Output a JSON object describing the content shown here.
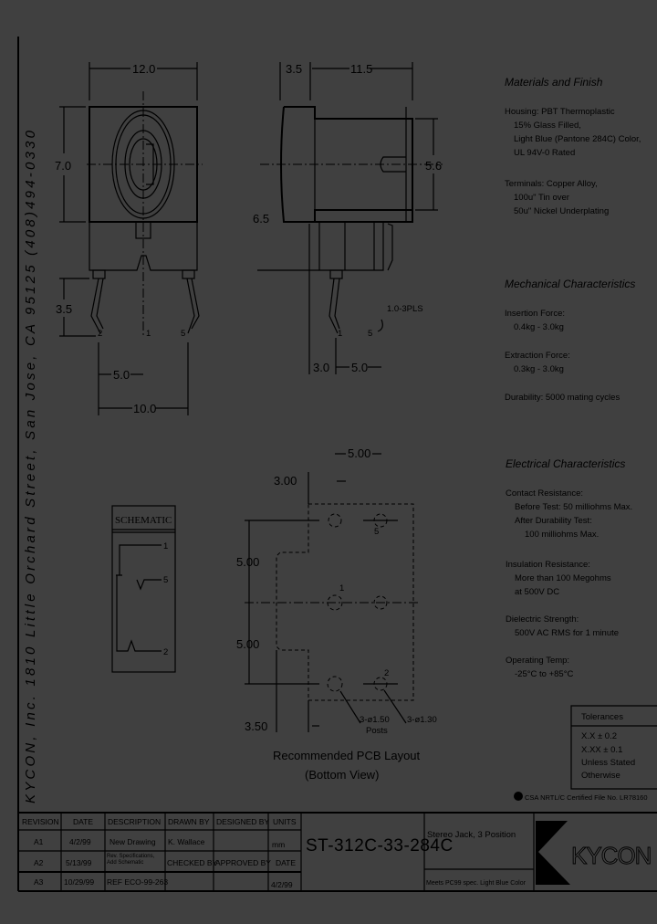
{
  "address": "KYCON, Inc. 1810 Little Orchard Street, San Jose, CA 95125 (408)494-0330",
  "front_view": {
    "width": "12.0",
    "height": "7.0",
    "pin_length": "3.5",
    "pitch": "5.0",
    "span": "10.0",
    "pins": [
      "2",
      "1",
      "5"
    ]
  },
  "side_view": {
    "front": "3.5",
    "length": "11.5",
    "inner": "5.6",
    "height": "6.5",
    "offset": "3.0",
    "pitch": "5.0",
    "pin_note": "1.0-3PLS",
    "pins": [
      "1",
      "5"
    ]
  },
  "schematic": {
    "title": "SCHEMATIC",
    "pins": [
      "1",
      "5",
      "2"
    ]
  },
  "pcb": {
    "top_dim": "5.00",
    "left_dim": "3.00",
    "upper_dim": "5.00",
    "lower_dim": "5.00",
    "bottom_dim": "3.50",
    "posts": "3-ø1.50",
    "posts_label": "Posts",
    "holes": "3-ø1.30",
    "pin_labels": [
      "5",
      "1",
      "2"
    ],
    "caption1": "Recommended PCB Layout",
    "caption2": "(Bottom View)"
  },
  "specs": {
    "materials": {
      "title": "Materials and Finish",
      "lines": [
        "Housing: PBT Thermoplastic",
        "15% Glass Filled,",
        "Light Blue (Pantone 284C) Color,",
        "UL 94V-0 Rated",
        "Terminals: Copper Alloy,",
        "100u\" Tin over",
        "50u\" Nickel Underplating"
      ]
    },
    "mechanical": {
      "title": "Mechanical Characteristics",
      "lines": [
        "Insertion Force:",
        "0.4kg - 3.0kg",
        "Extraction Force:",
        "0.3kg - 3.0kg",
        "Durability: 5000 mating cycles"
      ]
    },
    "electrical": {
      "title": "Electrical Characteristics",
      "lines": [
        "Contact Resistance:",
        "Before Test: 50 milliohms Max.",
        "After Durability Test:",
        "100 milliohms Max.",
        "Insulation Resistance:",
        "More than 100 Megohms",
        "at 500V DC",
        "Dielectric Strength:",
        "500V AC RMS for 1 minute",
        "Operating Temp:",
        "-25°C to +85°C"
      ]
    }
  },
  "tolerances": {
    "title": "Tolerances",
    "lines": [
      "X.X ± 0.2",
      "X.XX ± 0.1",
      "Unless Stated",
      "Otherwise"
    ]
  },
  "certification": "CSA NRTL/C Certified File No. LR78160",
  "title_block": {
    "headers": [
      "REVISION",
      "DATE",
      "DESCRIPTION",
      "DRAWN BY",
      "DESIGNED BY",
      "UNITS"
    ],
    "rows": [
      [
        "A1",
        "4/2/99",
        "New Drawing",
        "K. Wallace",
        "",
        "mm"
      ],
      [
        "A2",
        "5/13/99",
        "Rev. Specifications, Add Schematic",
        "CHECKED BY",
        "APPROVED BY",
        "DATE"
      ],
      [
        "A3",
        "10/29/99",
        "REF ECO-99-263",
        "",
        "",
        "4/2/99"
      ]
    ],
    "part_number": "ST-312C-33-284C",
    "product": "Stereo Jack, 3 Position",
    "note": "Meets PC99 spec. Light Blue Color",
    "logo": "KYCON"
  }
}
